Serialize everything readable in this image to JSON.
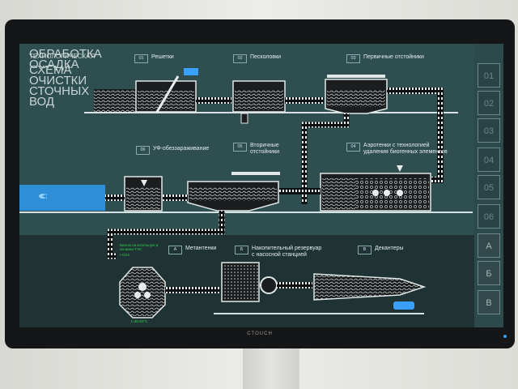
{
  "screen": {
    "header_small": "ТЕХНОЛОГИЧЕСКАЯ",
    "header_big": "СХЕМА ОЧИСТКИ СТОЧНЫХ ВОД",
    "sludge_title": "ОБРАБОТКА ОСАДКА",
    "brand": "CTOUCH"
  },
  "stages": [
    {
      "num": "01",
      "label": "Решетки"
    },
    {
      "num": "02",
      "label": "Песколовки"
    },
    {
      "num": "03",
      "label": "Первичные отстойники"
    },
    {
      "num": "06",
      "label": "УФ-обеззараживание"
    },
    {
      "num": "05",
      "label": "Вторичные отстойники"
    },
    {
      "num": "04",
      "label": "Аэротенки с технологией удаления биогенных элементов"
    }
  ],
  "sludge_stages": [
    {
      "num": "А",
      "label": "Метантенки"
    },
    {
      "num": "Б",
      "label": "Накопительный резервуар с насосной станцией"
    },
    {
      "num": "В",
      "label": "Декантеры"
    }
  ],
  "side_buttons": [
    "01",
    "02",
    "03",
    "04",
    "05",
    "06",
    "А",
    "Б",
    "В"
  ],
  "notes": {
    "biogas": "Биогаз на котельную и на мини-ТЭС",
    "ch4": "• CH4",
    "temp": "t=36-53°С"
  },
  "colors": {
    "screen": "#2c4a4c",
    "sludge": "#1f3334",
    "accent": "#2fd14a",
    "water": "#2f8fd6"
  }
}
